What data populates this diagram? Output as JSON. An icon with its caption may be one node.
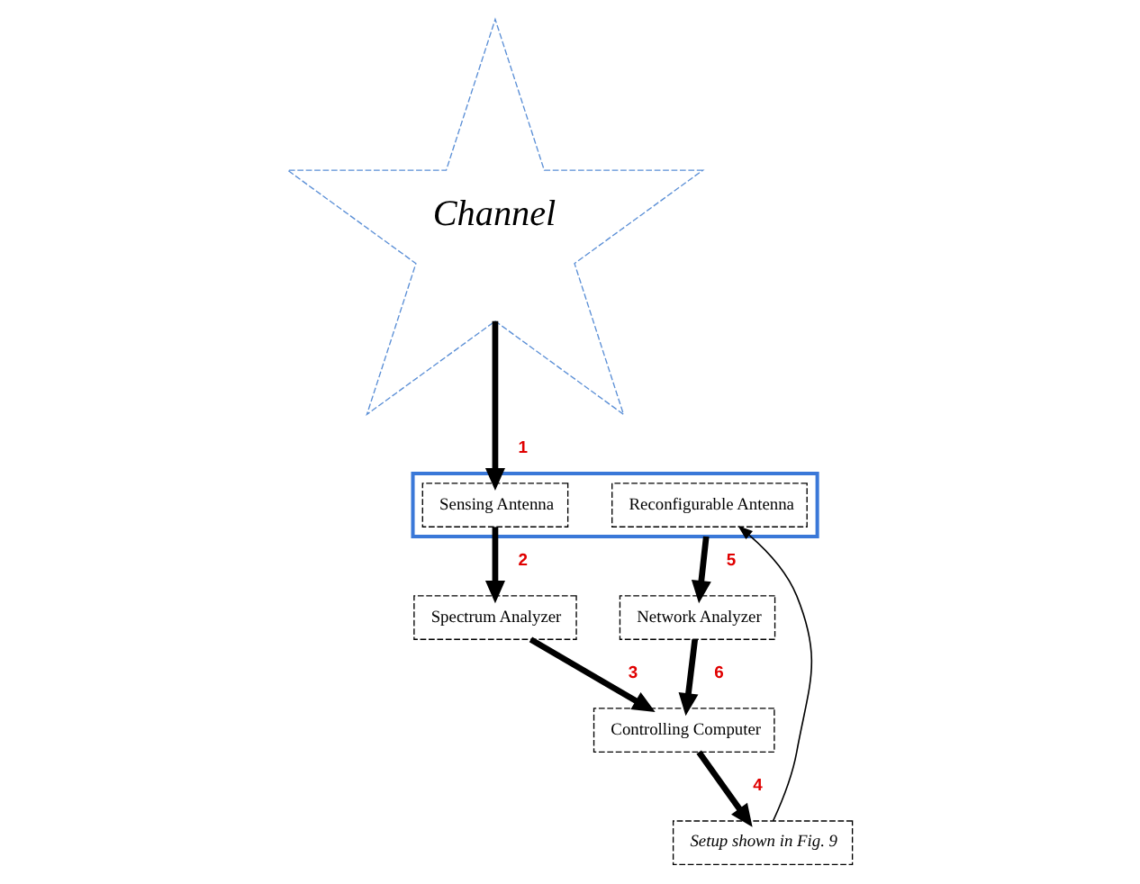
{
  "diagram": {
    "nodes": [
      {
        "text": [],
        "shape": "box"
      },
      {
        "text": [
          "Sensing Antenna"
        ],
        "in": 0
      },
      {
        "text": [
          "Reconfigurable Antenna"
        ],
        "in": 0
      },
      {
        "text": [
          "Channel"
        ]
      },
      {
        "text": [
          "Spectrum Analyzer"
        ]
      },
      {
        "text": [
          "Setup shown in Fig. 9"
        ]
      },
      {
        "text": [
          "Controlling Computer"
        ]
      },
      {
        "text": [
          "Network Analyzer"
        ]
      }
    ],
    "edges": [
      {
        "from": 3,
        "to": 1,
        "arrow": "to",
        "label": "1"
      },
      {
        "from": 1,
        "to": 4,
        "arrow": "to",
        "label": "2"
      },
      {
        "from": 4,
        "to": 6,
        "arrow": "to",
        "label": "3"
      },
      {
        "from": 6,
        "to": 5,
        "arrow": "to",
        "label": "4"
      },
      {
        "from": 5,
        "to": 2,
        "arrow": "to"
      },
      {
        "from": 0,
        "to": 7,
        "arrow": "to",
        "label": "5"
      },
      {
        "from": 7,
        "to": 6,
        "arrow": "to",
        "label": "6"
      }
    ]
  }
}
